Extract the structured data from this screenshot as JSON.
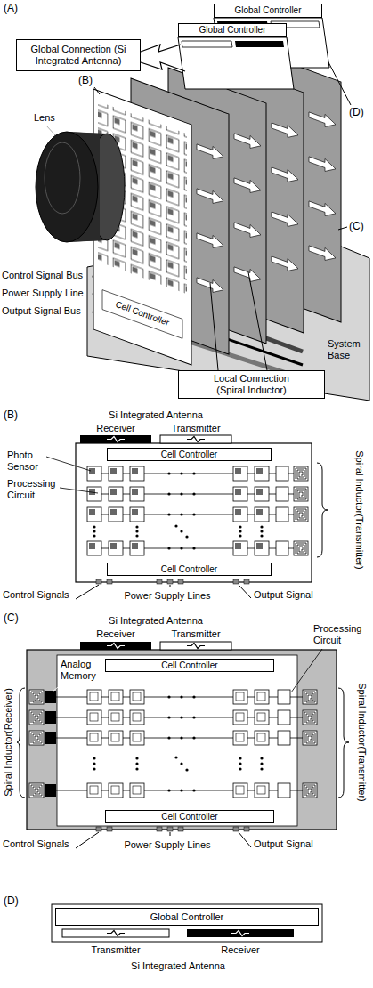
{
  "diagram": {
    "nodes": [
      {
        "text": [
          "Global Controller"
        ]
      },
      {
        "text": [
          "Global Controller"
        ]
      },
      {
        "text": [
          "Global Connection (Si Integrated Antenna)"
        ]
      },
      {
        "text": [
          "Local Connection (Spiral Inductor)"
        ]
      },
      {
        "text": [
          "Cell Controller"
        ]
      },
      {
        "text": [
          "Cell Controller"
        ]
      },
      {
        "text": [
          "Cell Controller"
        ]
      },
      {
        "text": [
          "Cell Controller"
        ]
      },
      {
        "text": [
          "Global Controller"
        ]
      }
    ],
    "labels": [
      "(A)",
      "(B)",
      "Lens",
      "(D)",
      "(C)",
      "Cell Controller",
      "Control Signal Bus",
      "Power Supply Line",
      "Output Signal Bus",
      "System Base",
      "(B)",
      "Si Integrated Antenna",
      "Receiver",
      "Transmitter",
      "Photo Sensor",
      "Processing Circuit",
      "Spiral Inductor(Transmitter)",
      "Control Signals",
      "Power Supply Lines",
      "Output Signal",
      "(C)",
      "Si Integrated Antenna",
      "Receiver",
      "Transmitter",
      "Processing Circuit",
      "Analog Memory",
      "Spiral Inductor(Receiver)",
      "Spiral Inductor(Transmitter)",
      "Control Signals",
      "Power Supply Lines",
      "Output Signal",
      "(D)",
      "Transmitter",
      "Receiver",
      "Si Integrated Antenna"
    ]
  }
}
